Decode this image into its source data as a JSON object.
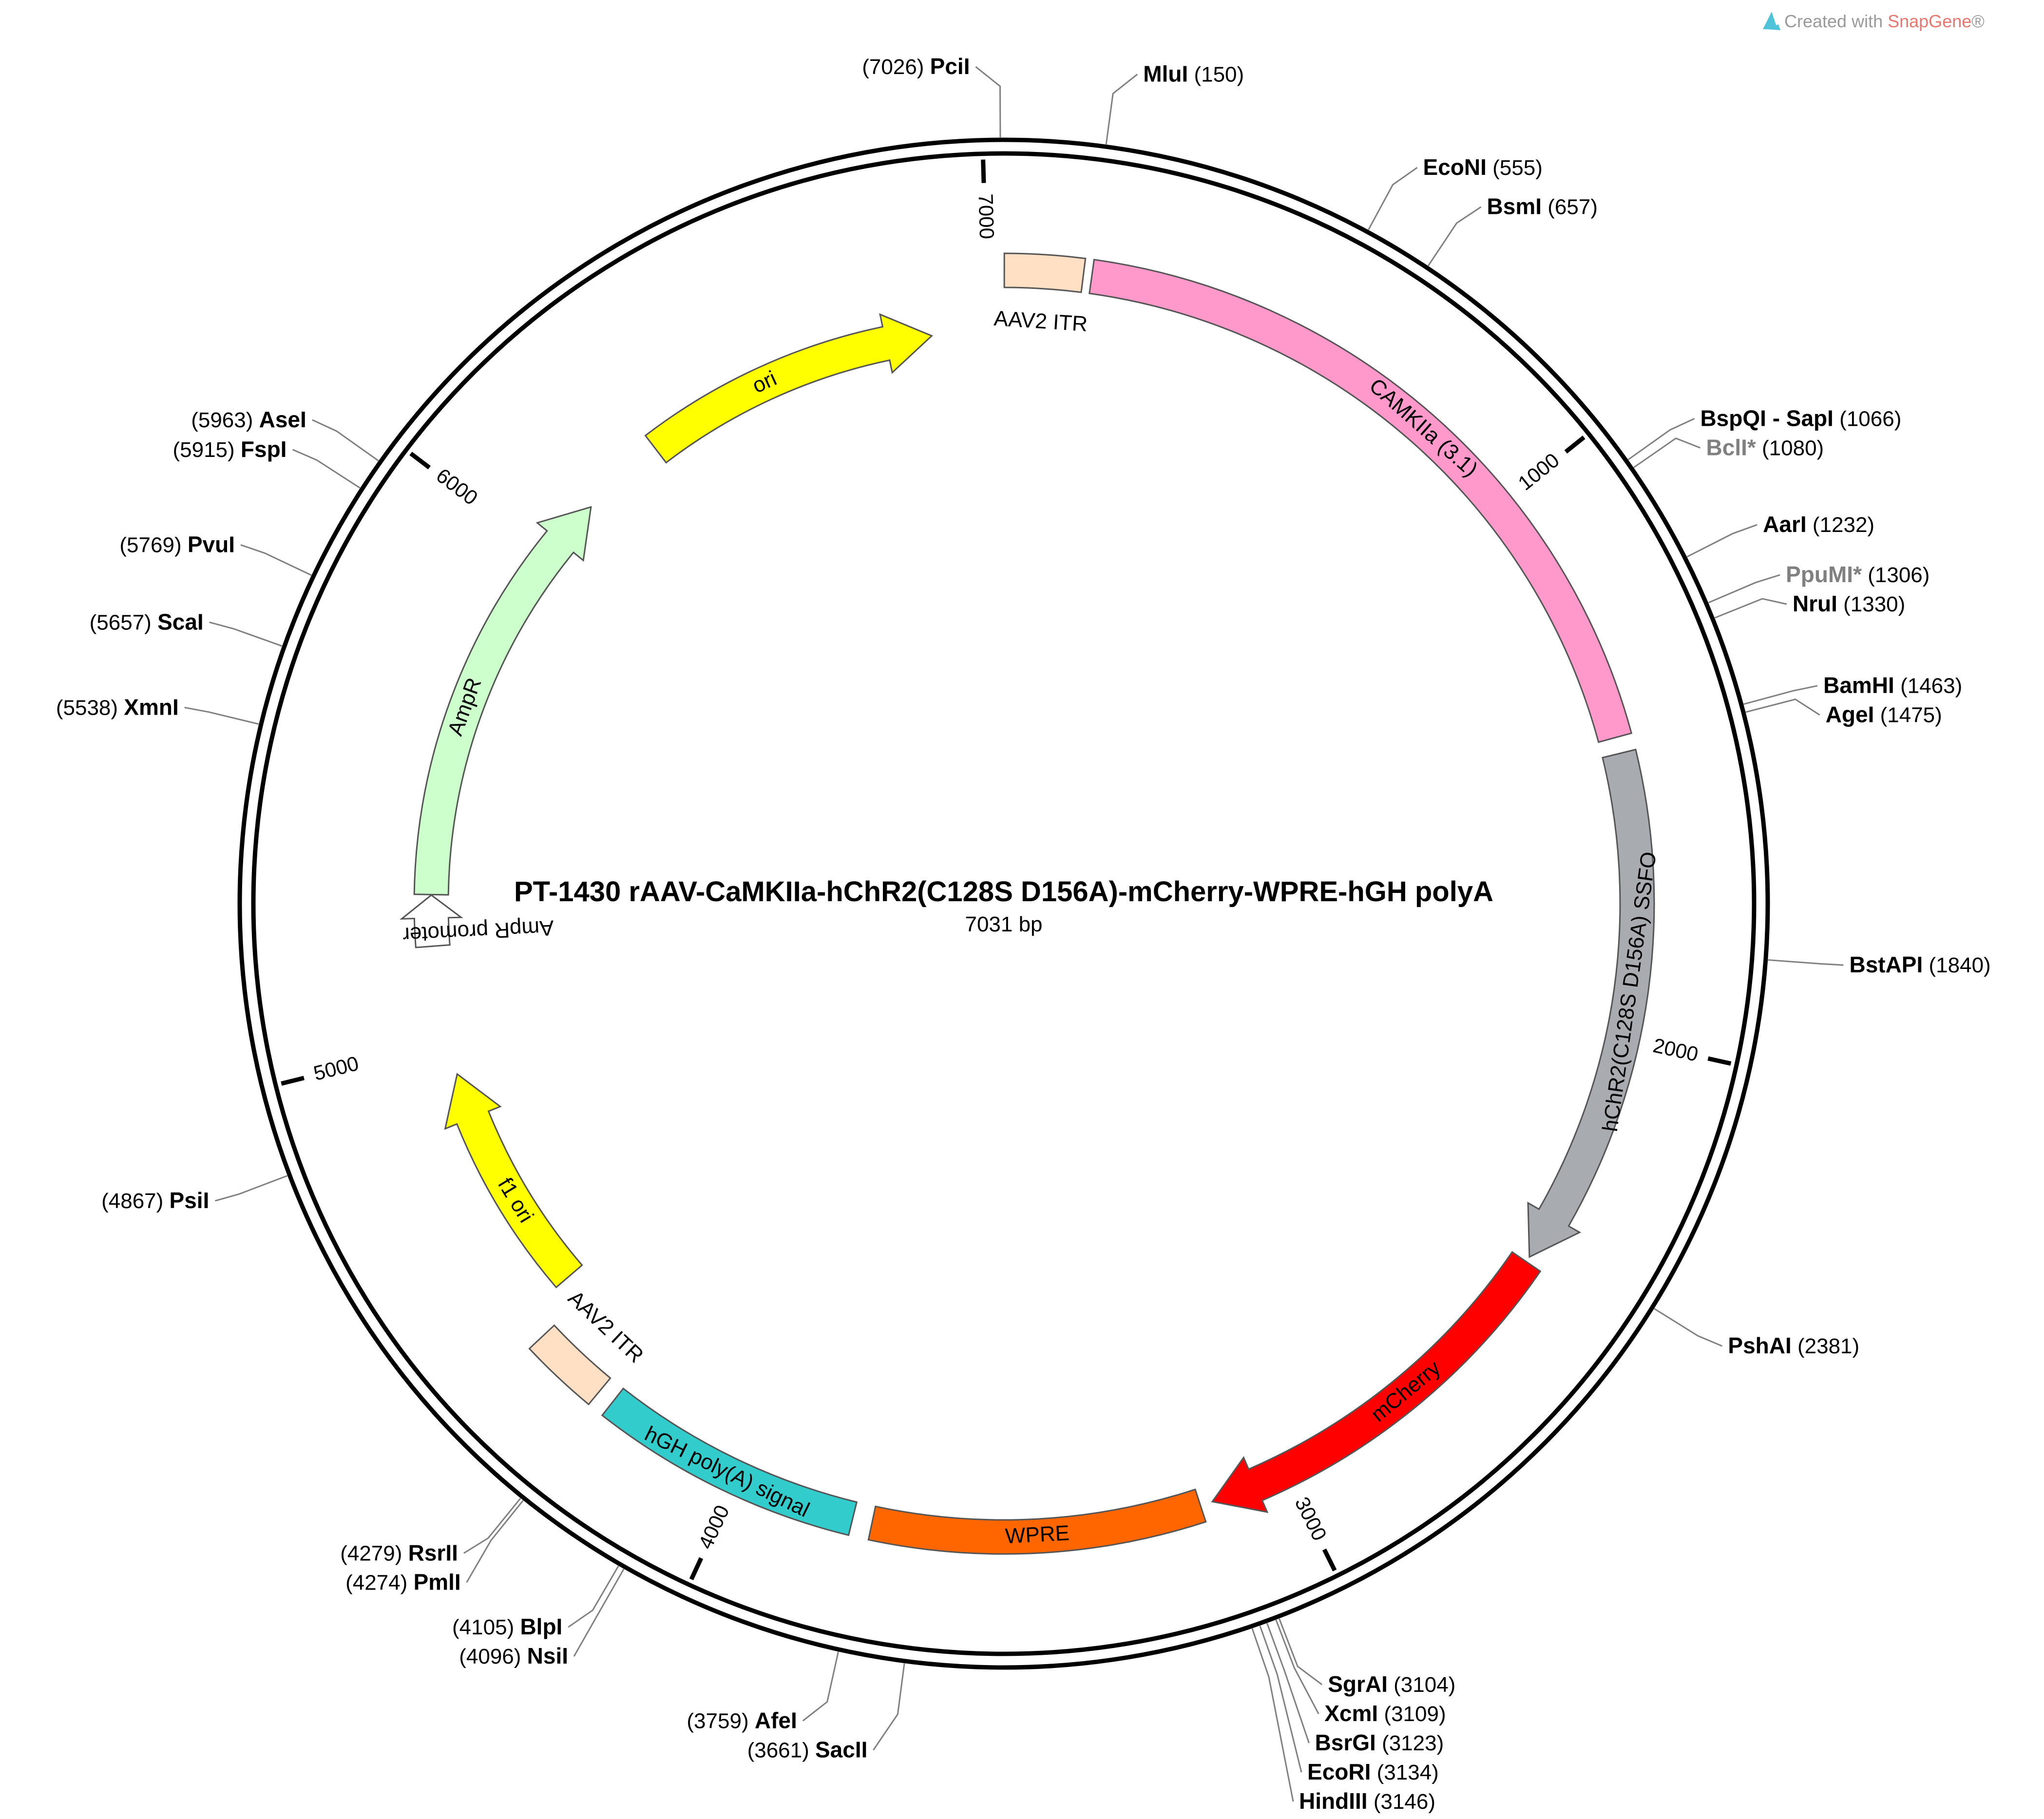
{
  "credit": {
    "prefix": "Created with ",
    "brand": "SnapGene",
    "suffix": "®"
  },
  "plasmid": {
    "name": "PT-1430   rAAV-CaMKIIa-hChR2(C128S  D156A)-mCherry-WPRE-hGH polyA",
    "size_label": "7031 bp",
    "length": 7031
  },
  "ticks": [
    {
      "pos": 1000,
      "label": "1000"
    },
    {
      "pos": 2000,
      "label": "2000"
    },
    {
      "pos": 3000,
      "label": "3000"
    },
    {
      "pos": 4000,
      "label": "4000"
    },
    {
      "pos": 5000,
      "label": "5000"
    },
    {
      "pos": 6000,
      "label": "6000"
    },
    {
      "pos": 7000,
      "label": "7000"
    }
  ],
  "features": [
    {
      "name": "AAV2 ITR",
      "start": 1,
      "end": 141,
      "color": "#ffe0c4",
      "direction": "none",
      "text_color": "#000000"
    },
    {
      "name": "CAMKIIa (3.1)",
      "start": 156,
      "end": 1461,
      "color": "#ff99cc",
      "direction": "none",
      "text_color": "#000000"
    },
    {
      "name": "hChR2(C128S D156A) SSFO",
      "start": 1490,
      "end": 2420,
      "color": "#a8abb0",
      "direction": "forward",
      "text_color": "#000000"
    },
    {
      "name": "mCherry",
      "start": 2430,
      "end": 3140,
      "color": "#ff0000",
      "direction": "forward",
      "text_color": "#ffffff"
    },
    {
      "name": "WPRE",
      "start": 3162,
      "end": 3750,
      "color": "#ff6600",
      "direction": "none",
      "text_color": "#ffffff"
    },
    {
      "name": "hGH poly(A) signal",
      "start": 3785,
      "end": 4260,
      "color": "#33cccc",
      "direction": "none",
      "text_color": "#000000"
    },
    {
      "name": "AAV2 ITR",
      "start": 4290,
      "end": 4430,
      "color": "#ffe0c4",
      "direction": "none",
      "text_color": "#000000"
    },
    {
      "name": "f1 ori",
      "start": 4480,
      "end": 4935,
      "color": "#ffff00",
      "direction": "forward",
      "text_color": "#000000"
    },
    {
      "name": "AmpR promoter",
      "start": 5190,
      "end": 5290,
      "color": "#ffffff",
      "direction": "forward",
      "text_color": "#000000"
    },
    {
      "name": "AmpR",
      "start": 5291,
      "end": 6130,
      "color": "#ccffcc",
      "direction": "forward",
      "text_color": "#000000"
    },
    {
      "name": "ori",
      "start": 6300,
      "end": 6890,
      "color": "#ffff00",
      "direction": "forward",
      "text_color": "#000000"
    }
  ],
  "sites": [
    {
      "name": "PciI",
      "pos": 7026,
      "gray": false
    },
    {
      "name": "MluI",
      "pos": 150,
      "gray": false
    },
    {
      "name": "EcoNI",
      "pos": 555,
      "gray": false
    },
    {
      "name": "BsmI",
      "pos": 657,
      "gray": false
    },
    {
      "name": "BspQI - SapI",
      "pos": 1066,
      "gray": false
    },
    {
      "name": "BclI*",
      "pos": 1080,
      "gray": true
    },
    {
      "name": "AarI",
      "pos": 1232,
      "gray": false
    },
    {
      "name": "PpuMI*",
      "pos": 1306,
      "gray": true
    },
    {
      "name": "NruI",
      "pos": 1330,
      "gray": false
    },
    {
      "name": "BamHI",
      "pos": 1463,
      "gray": false
    },
    {
      "name": "AgeI",
      "pos": 1475,
      "gray": false
    },
    {
      "name": "BstAPI",
      "pos": 1840,
      "gray": false
    },
    {
      "name": "PshAI",
      "pos": 2381,
      "gray": false
    },
    {
      "name": "SgrAI",
      "pos": 3104,
      "gray": false
    },
    {
      "name": "XcmI",
      "pos": 3109,
      "gray": false
    },
    {
      "name": "BsrGI",
      "pos": 3123,
      "gray": false
    },
    {
      "name": "EcoRI",
      "pos": 3134,
      "gray": false
    },
    {
      "name": "HindIII",
      "pos": 3146,
      "gray": false
    },
    {
      "name": "SacII",
      "pos": 3661,
      "gray": false
    },
    {
      "name": "AfeI",
      "pos": 3759,
      "gray": false
    },
    {
      "name": "NsiI",
      "pos": 4096,
      "gray": false
    },
    {
      "name": "BlpI",
      "pos": 4105,
      "gray": false
    },
    {
      "name": "PmlI",
      "pos": 4274,
      "gray": false
    },
    {
      "name": "RsrII",
      "pos": 4279,
      "gray": false
    },
    {
      "name": "PsiI",
      "pos": 4867,
      "gray": false
    },
    {
      "name": "XmnI",
      "pos": 5538,
      "gray": false
    },
    {
      "name": "ScaI",
      "pos": 5657,
      "gray": false
    },
    {
      "name": "PvuI",
      "pos": 5769,
      "gray": false
    },
    {
      "name": "FspI",
      "pos": 5915,
      "gray": false
    },
    {
      "name": "AseI",
      "pos": 5963,
      "gray": false
    }
  ]
}
